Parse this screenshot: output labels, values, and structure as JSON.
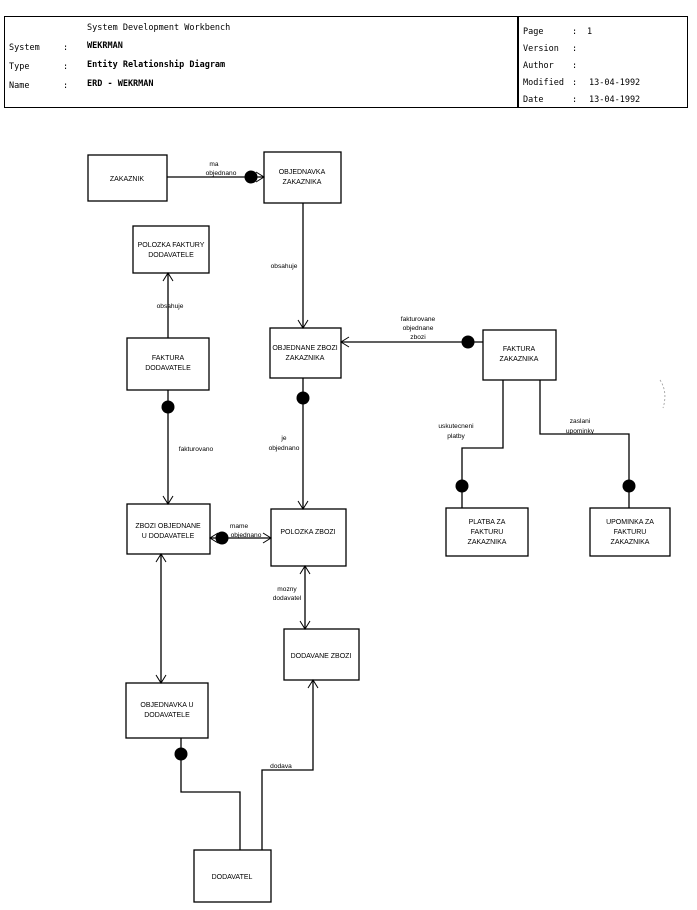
{
  "header": {
    "tool_title": "System Development Workbench",
    "system_label": "System",
    "system_value": "WEKRMAN",
    "type_label": "Type",
    "type_value": "Entity Relationship Diagram",
    "name_label": "Name",
    "name_value": "ERD - WEKRMAN",
    "page_label": "Page",
    "page_value": "1",
    "version_label": "Version",
    "author_label": "Author",
    "modified_label": "Modified",
    "modified_value": "13-04-1992",
    "date_label": "Date",
    "date_value": "13-04-1992"
  },
  "entities": {
    "zakaznik": "ZAKAZNIK",
    "objednavka_zakaznika": [
      "OBJEDNAVKA",
      "ZAKAZNIKA"
    ],
    "polozka_faktury_dodavatele": [
      "POLOZKA FAKTURY",
      "DODAVATELE"
    ],
    "faktura_dodavatele": [
      "FAKTURA",
      "DODAVATELE"
    ],
    "objednane_zbozi_zakaznika": [
      "OBJEDNANE ZBOZI",
      "ZAKAZNIKA"
    ],
    "faktura_zakaznika": [
      "FAKTURA",
      "ZAKAZNIKA"
    ],
    "zbozi_objednane_u_dodavatele": [
      "ZBOZI OBJEDNANE",
      "U DODAVATELE"
    ],
    "polozka_zbozi": "POLOZKA ZBOZI",
    "platba_za_fakturu_zakaznika": [
      "PLATBA ZA",
      "FAKTURU",
      "ZAKAZNIKA"
    ],
    "upominka_za_fakturu_zakaznika": [
      "UPOMINKA ZA",
      "FAKTURU",
      "ZAKAZNIKA"
    ],
    "dodavane_zbozi": "DODAVANE ZBOZI",
    "objednavka_u_dodavatele": [
      "OBJEDNAVKA U",
      "DODAVATELE"
    ],
    "dodavatel": "DODAVATEL"
  },
  "relationships": {
    "ma_objednano": [
      "ma",
      "objednano"
    ],
    "obsahuje_objednavka": "obsahuje",
    "obsahuje_faktura": "obsahuje",
    "fakturovane_objednane_zbozi": [
      "fakturovane",
      "objednane",
      "zbozi"
    ],
    "je_objednano": [
      "je",
      "objednano"
    ],
    "fakturovano": "fakturovano",
    "uskutecneni_platby": [
      "uskutecneni",
      "platby"
    ],
    "zaslani_upominky": [
      "zaslani",
      "upominky"
    ],
    "mame_objednano": [
      "mame",
      "objednano"
    ],
    "mozny_dodavatel": [
      "mozny",
      "dodavatel"
    ],
    "dodava": "dodava"
  }
}
